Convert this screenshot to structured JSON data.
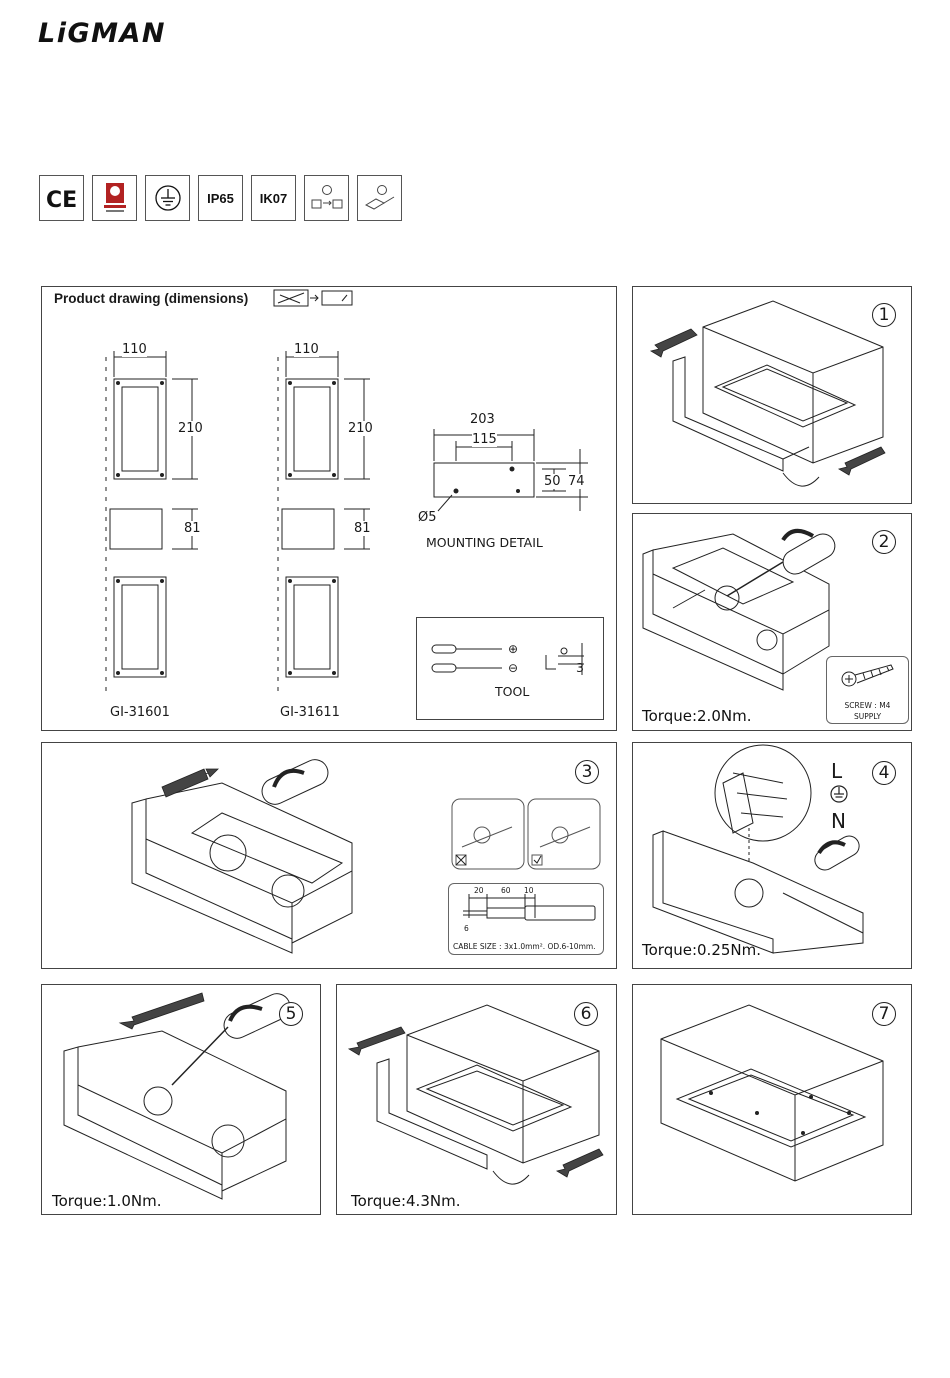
{
  "brand": {
    "logo_text": "LiGMAN"
  },
  "certifications": [
    {
      "label": "CE",
      "icon": "ce-mark-icon"
    },
    {
      "label": "",
      "icon": "quality-certificate-icon"
    },
    {
      "label": "",
      "icon": "earth-ground-icon"
    },
    {
      "label": "IP65",
      "icon": ""
    },
    {
      "label": "IK07",
      "icon": ""
    },
    {
      "label": "",
      "icon": "user-replaceable-light-source-icon"
    },
    {
      "label": "",
      "icon": "replaceable-control-gear-icon"
    }
  ],
  "product_drawing": {
    "title": "Product drawing (dimensions)",
    "models": [
      "GI-31601",
      "GI-31611"
    ],
    "width": "110",
    "height": "210",
    "depth": "81",
    "mounting": {
      "label": "MOUNTING DETAIL",
      "overall": "203",
      "inner": "115",
      "v_inner": "50",
      "v_outer": "74",
      "hole": "Ø5"
    },
    "tool": {
      "label": "TOOL",
      "hex_size": "3"
    }
  },
  "steps": [
    {
      "number": "1",
      "torque": ""
    },
    {
      "number": "2",
      "torque": "Torque:2.0Nm.",
      "screw_label": "SCREW : M4",
      "screw_note": "SUPPLY"
    },
    {
      "number": "3",
      "torque": "",
      "cable_dims": [
        "20",
        "60",
        "10",
        "6"
      ],
      "cable_size": "CABLE SIZE : 3x1.0mm².  OD.6-10mm."
    },
    {
      "number": "4",
      "torque": "Torque:0.25Nm.",
      "wires": [
        "L",
        "N"
      ]
    },
    {
      "number": "5",
      "torque": "Torque:1.0Nm."
    },
    {
      "number": "6",
      "torque": "Torque:4.3Nm."
    },
    {
      "number": "7",
      "torque": ""
    }
  ]
}
